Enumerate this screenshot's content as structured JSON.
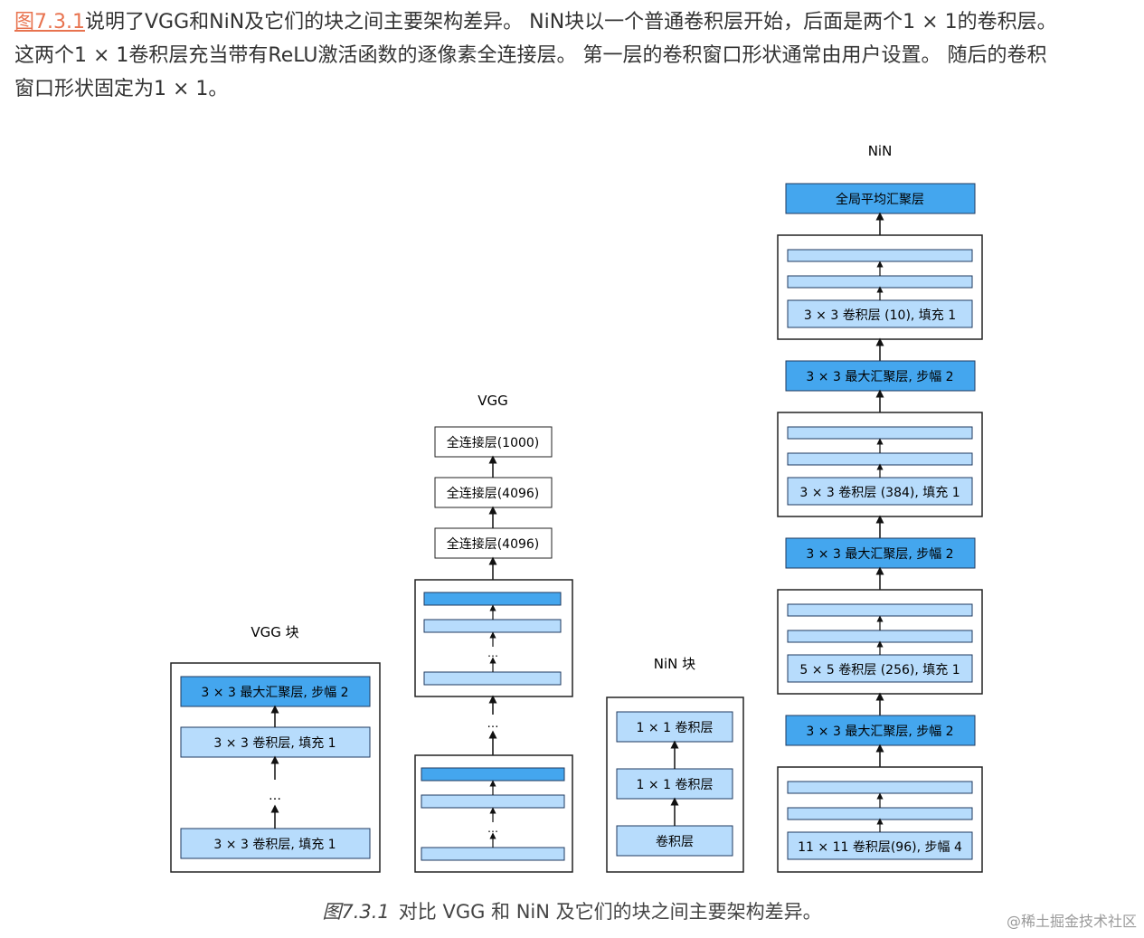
{
  "paragraph": {
    "link": "图7.3.1",
    "text_line1": "说明了VGG和NiN及它们的块之间主要架构差异。 NiN块以一个普通卷积层开始，后面是两个1 × 1的卷积层。",
    "text_line2": "这两个1 × 1卷积层充当带有ReLU激活函数的逐像素全连接层。 第一层的卷积窗口形状通常由用户设置。 随后的卷积",
    "text_line3": "窗口形状固定为1 × 1。"
  },
  "diagram": {
    "vgg_block": {
      "title": "VGG 块",
      "layers": [
        "3 × 3 最大汇聚层, 步幅 2",
        "3 × 3 卷积层, 填充 1",
        "…",
        "3 × 3 卷积层, 填充 1"
      ]
    },
    "vgg": {
      "title": "VGG",
      "fc_layers": [
        "全连接层(1000)",
        "全连接层(4096)",
        "全连接层(4096)"
      ],
      "ellipsis": "…"
    },
    "nin_block": {
      "title": "NiN 块",
      "layers": [
        "1 × 1 卷积层",
        "1 × 1 卷积层",
        "卷积层"
      ]
    },
    "nin": {
      "title": "NiN",
      "global_pool": "全局平均汇聚层",
      "block_labels": [
        "3 × 3 卷积层 (10), 填充 1",
        "3 × 3 卷积层 (384), 填充 1",
        "5 × 5 卷积层 (256), 填充 1",
        "11 × 11 卷积层(96), 步幅 4"
      ],
      "pool_labels": [
        "3 × 3 最大汇聚层, 步幅 2",
        "3 × 3 最大汇聚层, 步幅 2",
        "3 × 3 最大汇聚层, 步幅 2"
      ]
    }
  },
  "caption": {
    "number": "图7.3.1",
    "text": "对比 VGG 和 NiN 及它们的块之间主要架构差异。"
  },
  "watermark": "@稀土掘金技术社区",
  "colors": {
    "dark_blue": "#44a6ee",
    "light_blue": "#b7dcfc",
    "stroke": "#1f3a5f",
    "link": "#e8734f"
  }
}
